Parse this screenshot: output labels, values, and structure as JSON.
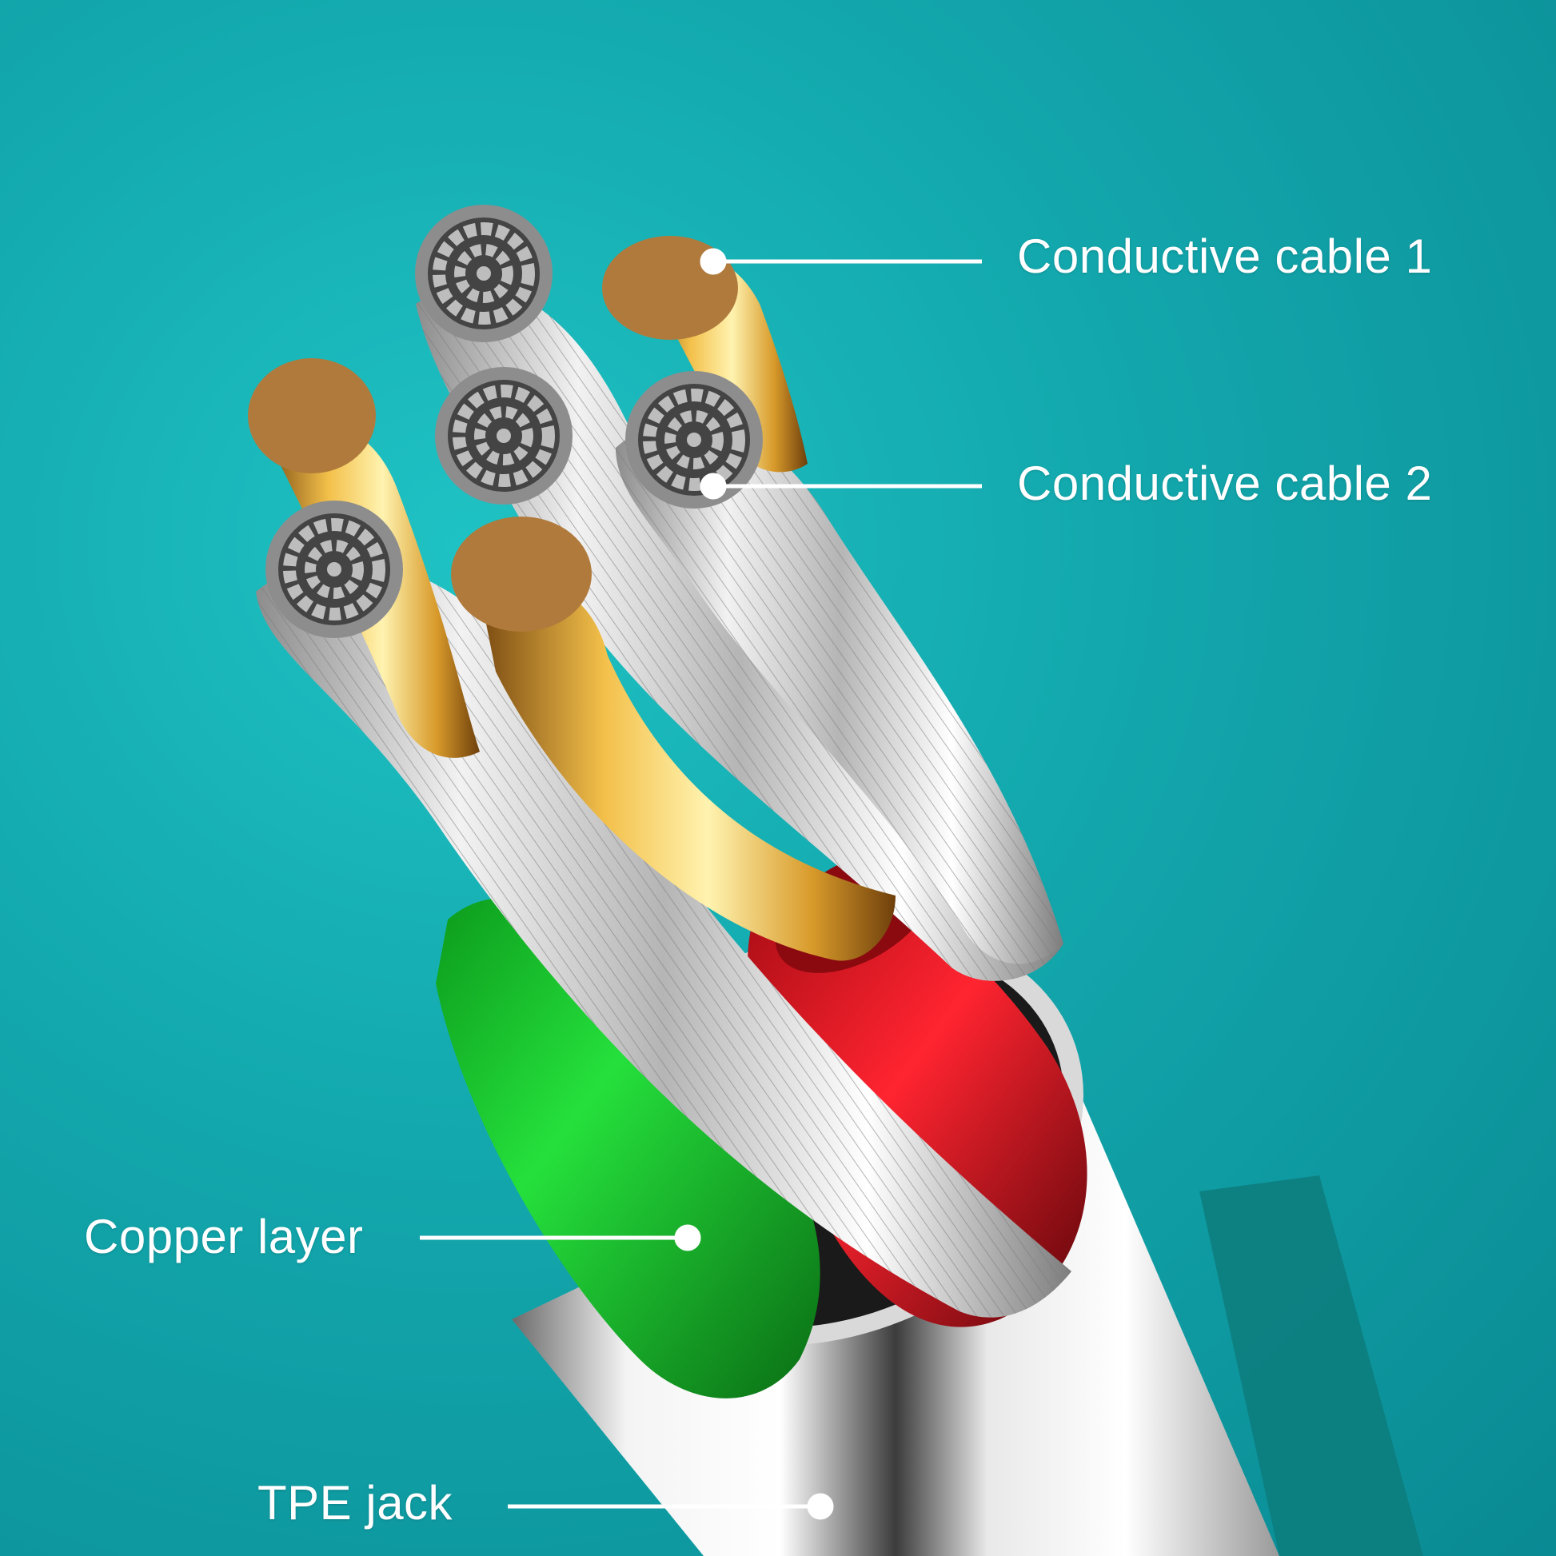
{
  "labels": {
    "conductive_cable_1": "Conductive cable 1",
    "conductive_cable_2": "Conductive cable 2",
    "copper_layer": "Copper layer",
    "tpe_jack": "TPE jack"
  },
  "colors": {
    "background": "#13a9ae",
    "copper": "#b07a3c",
    "silver": "#c9c9c9",
    "red_insulation": "#e0151f",
    "green_insulation": "#14d42a",
    "jacket": "#f2f2f2",
    "callout": "#ffffff"
  }
}
